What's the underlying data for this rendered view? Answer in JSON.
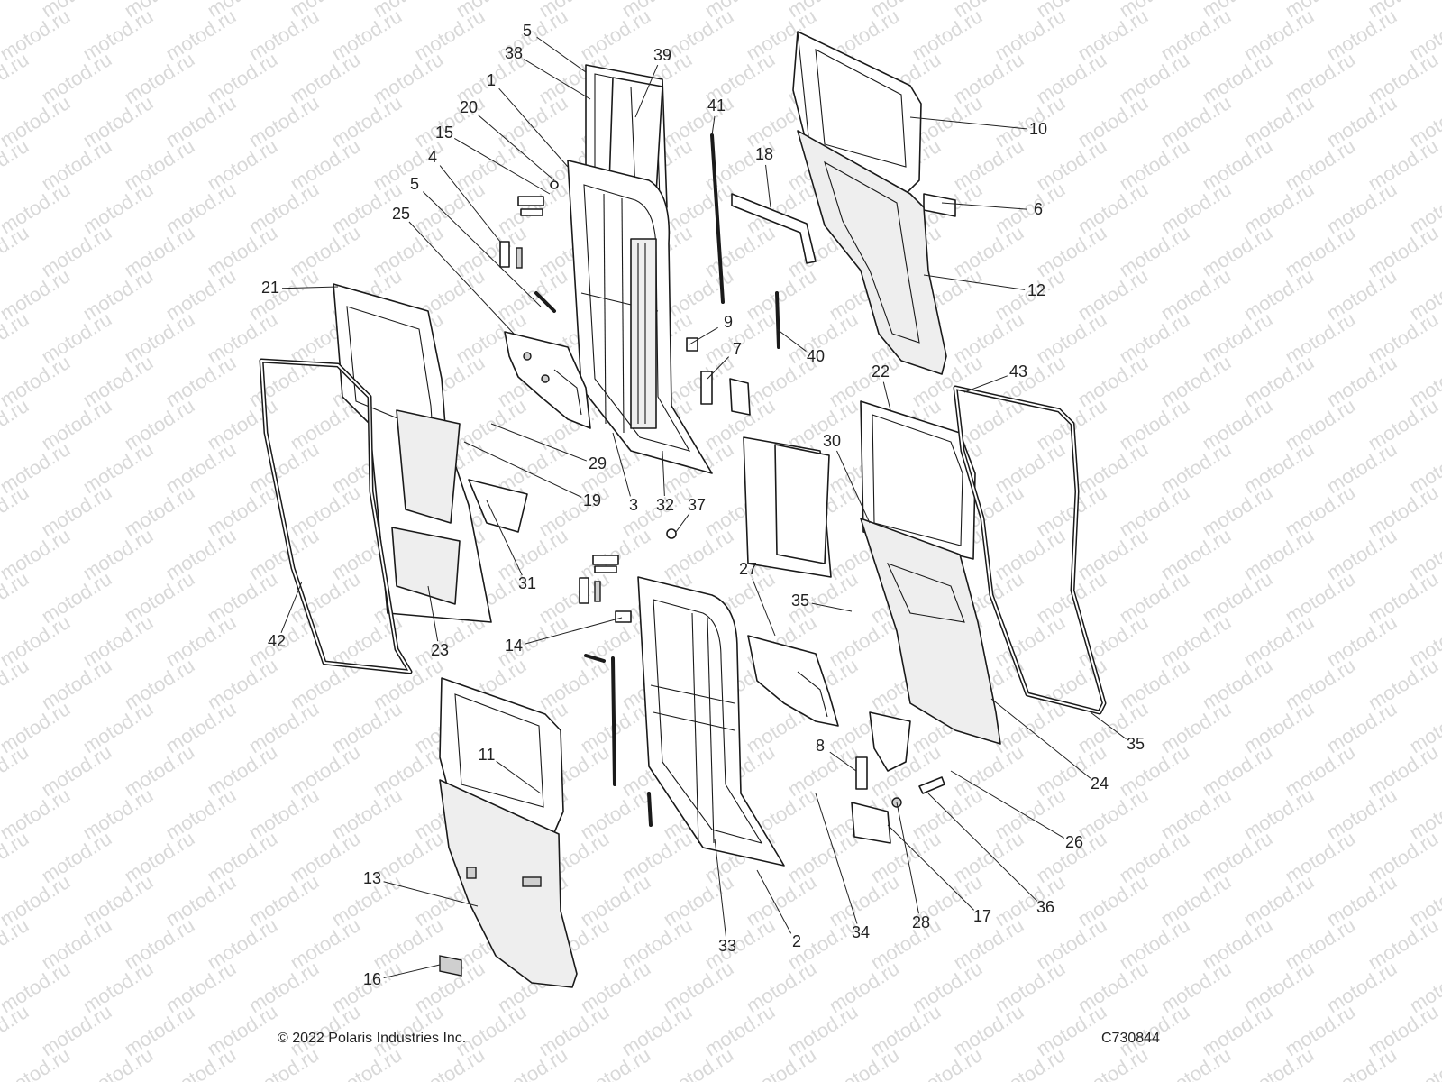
{
  "watermark": "motod.ru",
  "footer": {
    "copyright": "© 2022 Polaris Industries Inc.",
    "drawing_number": "C730844"
  },
  "callouts": [
    "5",
    "38",
    "39",
    "1",
    "20",
    "15",
    "4",
    "5",
    "25",
    "41",
    "18",
    "10",
    "6",
    "12",
    "21",
    "9",
    "40",
    "7",
    "22",
    "43",
    "29",
    "19",
    "3",
    "32",
    "37",
    "30",
    "31",
    "42",
    "23",
    "14",
    "27",
    "35",
    "11",
    "8",
    "24",
    "35",
    "13",
    "26",
    "36",
    "17",
    "28",
    "34",
    "2",
    "33",
    "16"
  ]
}
